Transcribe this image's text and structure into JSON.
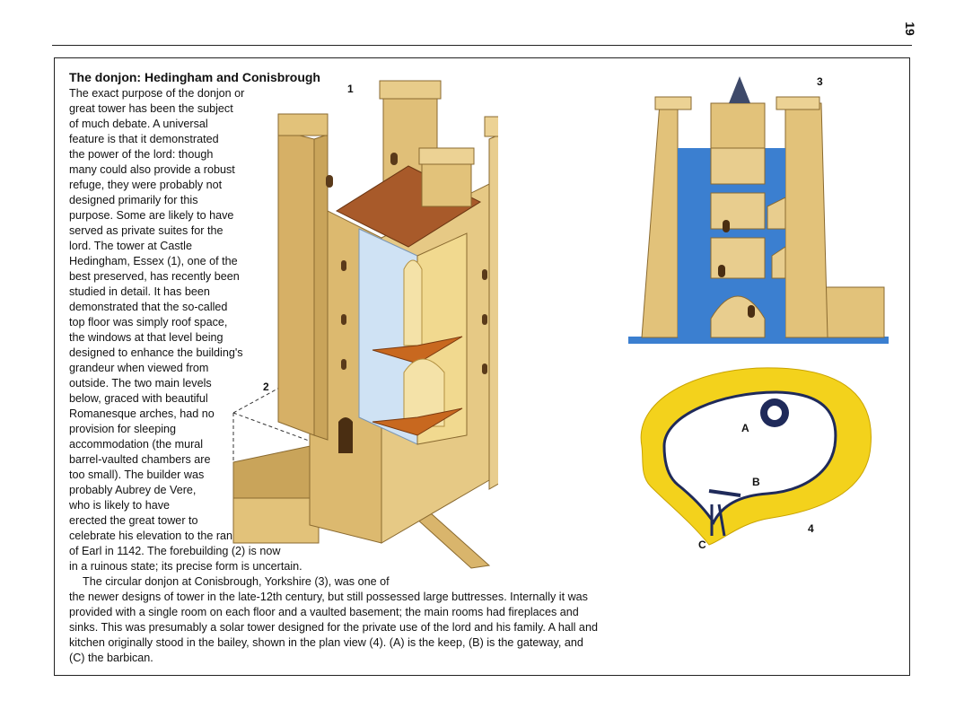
{
  "page_number": "19",
  "heading": "The donjon: Hedingham and Conisbrough",
  "body_lines": [
    "The exact purpose of the donjon or",
    "great tower has been the subject",
    "of much debate. A universal",
    "feature is that it demonstrated",
    "the power of the lord: though",
    "many could also provide a robust",
    "refuge, they were probably not",
    "designed primarily for this",
    "purpose. Some are likely to have",
    "served as private suites for the",
    "lord. The tower at Castle",
    "Hedingham, Essex (1), one of the",
    "best preserved, has recently been",
    "studied in detail. It has been",
    "demonstrated that the so-called",
    "top floor was simply roof space,",
    "the windows at that level being",
    "designed to enhance the building's",
    "grandeur when viewed from",
    "outside. The two main levels",
    "below, graced with beautiful",
    "Romanesque arches, had no",
    "provision for sleeping",
    "accommodation (the mural",
    "barrel-vaulted chambers are",
    "too small). The builder was",
    "probably Aubrey de Vere,",
    "who is likely to have",
    "erected the great tower to",
    "celebrate his elevation to the rank",
    "of Earl in 1142. The forebuilding (2) is now",
    "in a ruinous state; its precise form is uncertain."
  ],
  "bottom_lines": [
    "The circular donjon at Conisbrough, Yorkshire (3), was one of",
    "the newer designs of tower in the late-12th century, but still possessed large buttresses. Internally it was",
    "provided with a single room on each floor and a vaulted basement; the main rooms had fireplaces and",
    "sinks. This was presumably a solar tower designed for the private use of the lord and his family. A hall and",
    "kitchen originally stood in the bailey, shown in the plan view (4). (A) is the keep, (B) is the gateway, and",
    "(C) the barbican."
  ],
  "figure_labels": {
    "fig1": "1",
    "fig2": "2",
    "fig3": "3",
    "fig4": "4",
    "a": "A",
    "b": "B",
    "c": "C"
  },
  "colors": {
    "stone": "#e2c27a",
    "stone_dark": "#c9a45a",
    "water_blue": "#3b7fd0",
    "section_blue": "#cfe2f4",
    "roof": "#a85a2a",
    "floor": "#d7843a",
    "moat_yellow": "#f3d21c",
    "wall_dark": "#1f2a5a"
  }
}
